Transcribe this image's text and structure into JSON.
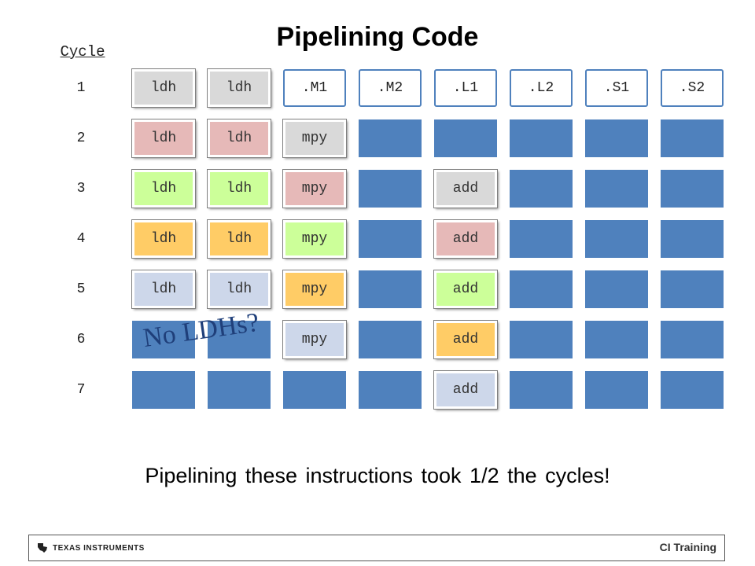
{
  "title": "Pipelining Code",
  "cycle_header": "Cycle",
  "cycles": [
    "1",
    "2",
    "3",
    "4",
    "5",
    "6",
    "7"
  ],
  "functional_units": [
    ".M1",
    ".M2",
    ".L1",
    ".L2",
    ".S1",
    ".S2"
  ],
  "load_label": "ldh",
  "colors": {
    "slot": "#4f81bd",
    "gray": "#d9d9d9",
    "pink": "#e6b9b8",
    "green": "#ccff99",
    "orange": "#ffcc66",
    "lavender": "#cdd7ea",
    "annotation": "#1f3f7a"
  },
  "grid": [
    [
      "ldh:gray",
      "ldh:gray",
      "unit",
      "unit",
      "unit",
      "unit",
      "unit",
      "unit"
    ],
    [
      "ldh:pink",
      "ldh:pink",
      "mpy:gray",
      "",
      "",
      "",
      "",
      ""
    ],
    [
      "ldh:green",
      "ldh:green",
      "mpy:pink",
      "",
      "add:gray",
      "",
      "",
      ""
    ],
    [
      "ldh:orange",
      "ldh:orange",
      "mpy:green",
      "",
      "add:pink",
      "",
      "",
      ""
    ],
    [
      "ldh:lavender",
      "ldh:lavender",
      "mpy:orange",
      "",
      "add:green",
      "",
      "",
      ""
    ],
    [
      "",
      "",
      "mpy:lavender",
      "",
      "add:orange",
      "",
      "",
      ""
    ],
    [
      "",
      "",
      "",
      "",
      "add:lavender",
      "",
      "",
      ""
    ]
  ],
  "annotation": "No LDHs?",
  "summary": "Pipelining these instructions took 1/2 the cycles!",
  "footer": {
    "company": "TEXAS INSTRUMENTS",
    "brand_icon": "texas-state-icon",
    "right": "CI Training"
  }
}
